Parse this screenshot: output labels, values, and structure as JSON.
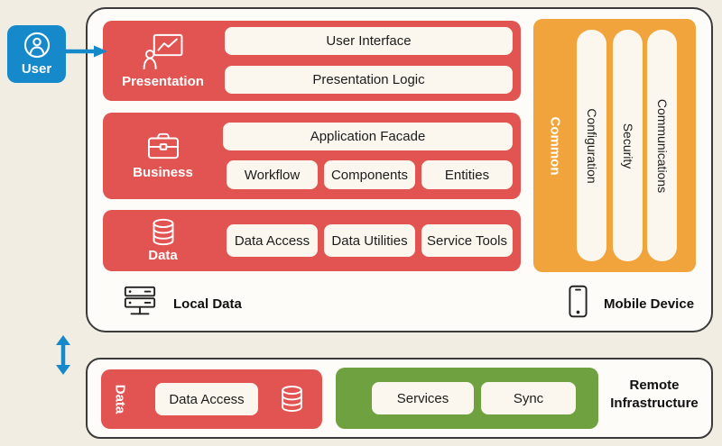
{
  "colors": {
    "bg": "#f2ede3",
    "panel": "#fdfcf8",
    "border": "#3b3b3b",
    "red": "#e15452",
    "orange": "#f1a33c",
    "green": "#6fa140",
    "blue": "#1689ca",
    "pill": "#fbf7ee",
    "ink": "#1c1c1c"
  },
  "user": {
    "label": "User"
  },
  "main": {
    "presentation": {
      "label": "Presentation",
      "pills": [
        "User Interface",
        "Presentation Logic"
      ]
    },
    "business": {
      "label": "Business",
      "facade": "Application Facade",
      "pills": [
        "Workflow",
        "Components",
        "Entities"
      ]
    },
    "data": {
      "label": "Data",
      "pills": [
        "Data Access",
        "Data Utilities",
        "Service Tools"
      ]
    },
    "common": {
      "label": "Common",
      "pills": [
        "Configuration",
        "Security",
        "Communications"
      ]
    },
    "local_data_label": "Local Data",
    "mobile_device_label": "Mobile Device"
  },
  "remote": {
    "data_label": "Data",
    "data_pill": "Data Access",
    "service_pills": [
      "Services",
      "Sync"
    ],
    "caption_line1": "Remote",
    "caption_line2": "Infrastructure"
  }
}
